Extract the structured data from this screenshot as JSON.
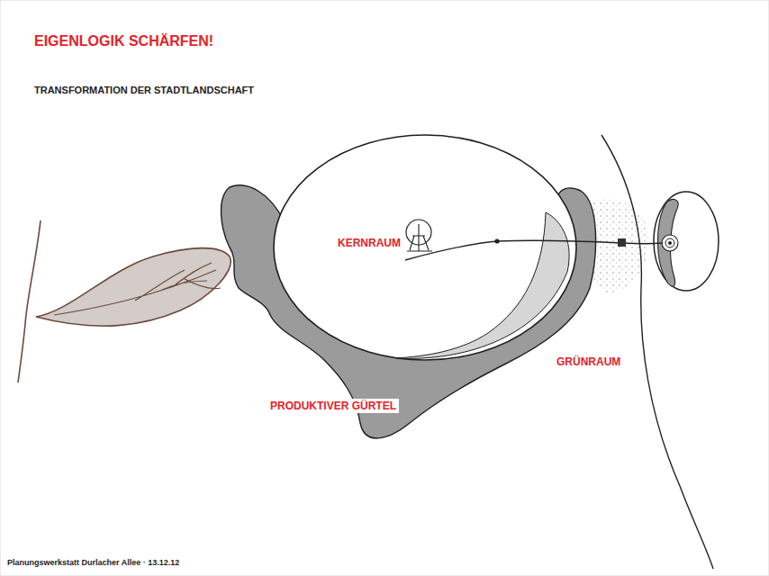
{
  "diagram": {
    "title": "EIGENLOGIK SCHÄRFEN!",
    "caption": "Planungswerkstatt Durlacher Allee · 13.12.12",
    "nodes": [
      {
        "text": [
          "PRODUKTIVER GÜRTEL"
        ]
      },
      {
        "text": [
          "KERNRAUM"
        ]
      }
    ],
    "labels": [
      "TRANSFORMATION DER STADTLANDSCHAFT",
      "GRÜNRAUM"
    ]
  }
}
